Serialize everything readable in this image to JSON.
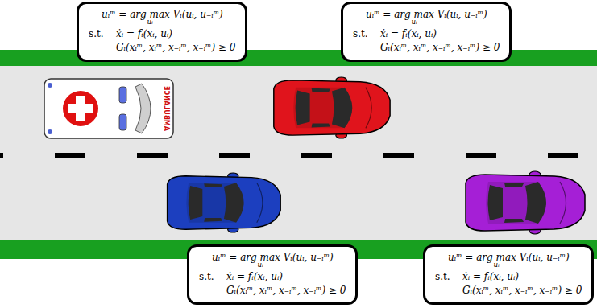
{
  "diagram": {
    "nodes": [
      {
        "text": [
          "uᵢᵐ = arg max Vᵢ(uᵢ, u₋ᵢᵐ)",
          "uᵢ",
          "s.t.",
          "ẋᵢ = fᵢ(xᵢ, uᵢ)",
          "Gᵢ(xᵢᵐ, xᵢᵐ, x₋ᵢᵐ, x₋ᵢᵐ) ≥ 0"
        ]
      },
      {
        "text": [
          "uᵢᵐ = arg max Vᵢ(uᵢ, u₋ᵢᵐ)",
          "uᵢ",
          "s.t.",
          "ẋᵢ = fᵢ(xᵢ, uᵢ)",
          "Gᵢ(xᵢᵐ, xᵢᵐ, x₋ᵢᵐ, x₋ᵢᵐ) ≥ 0"
        ]
      },
      {
        "text": [
          "uᵢᵐ = arg max Vᵢ(uᵢ, u₋ᵢᵐ)",
          "uᵢ",
          "s.t.",
          "ẋᵢ = fᵢ(xᵢ, uᵢ)",
          "Gᵢ(xᵢᵐ, xᵢᵐ, x₋ᵢᵐ, x₋ᵢᵐ) ≥ 0"
        ]
      },
      {
        "text": [
          "uᵢᵐ = arg max Vᵢ(uᵢ, u₋ᵢᵐ)",
          "uᵢ",
          "s.t.",
          "ẋᵢ = fᵢ(xᵢ, uᵢ)",
          "Gᵢ(xᵢᵐ, xᵢᵐ, x₋ᵢᵐ, x₋ᵢᵐ) ≥ 0"
        ]
      }
    ],
    "labels": [
      "AMBULANCE"
    ]
  }
}
